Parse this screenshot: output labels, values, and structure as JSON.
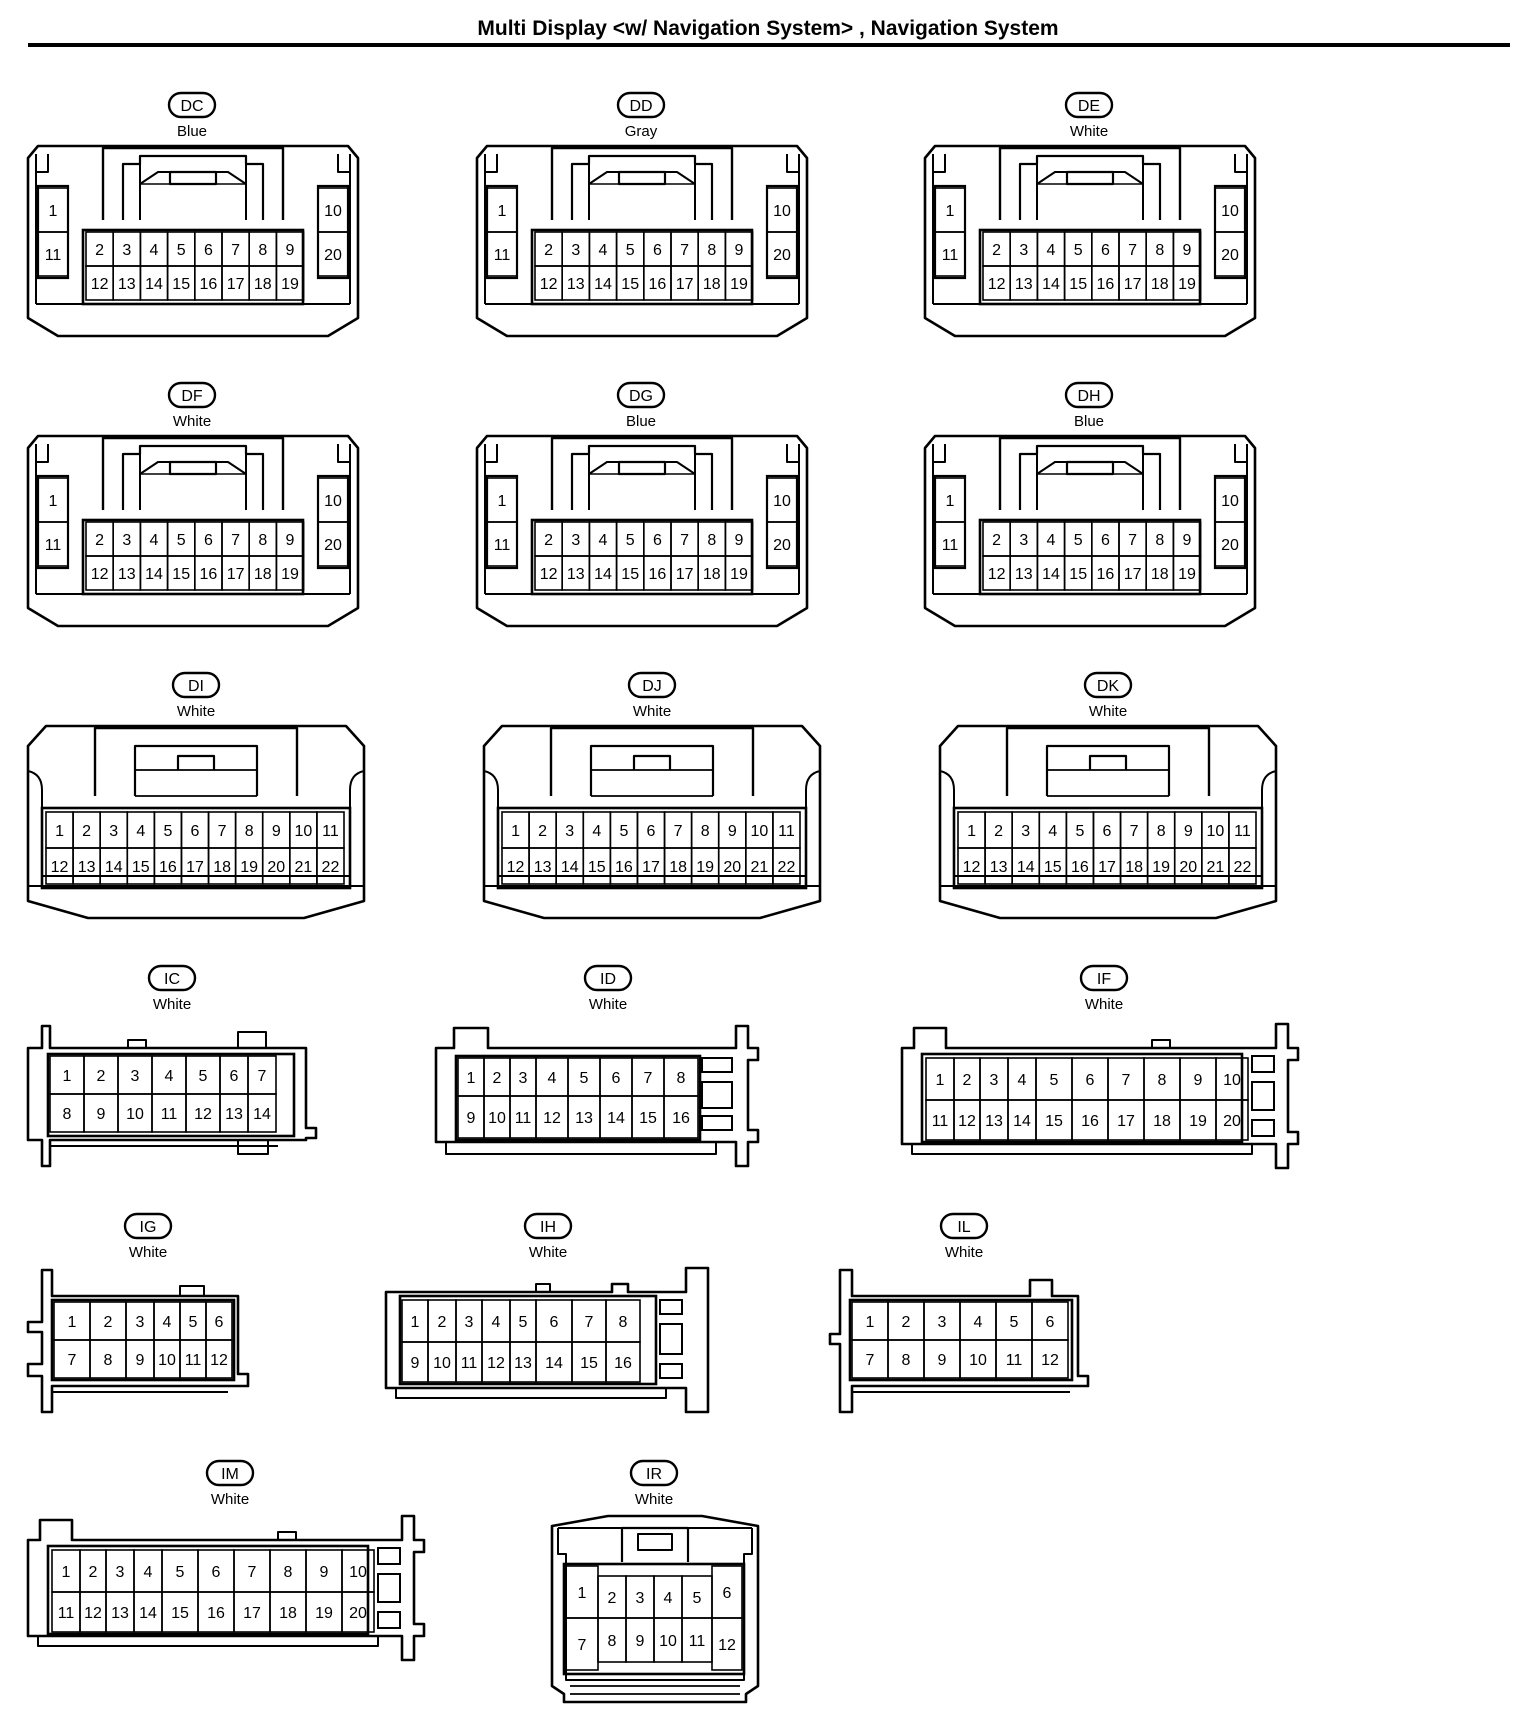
{
  "title": "Multi Display <w/ Navigation System> , Navigation System",
  "connectors": [
    {
      "id": "DC",
      "color": "Blue",
      "style": "A"
    },
    {
      "id": "DD",
      "color": "Gray",
      "style": "A"
    },
    {
      "id": "DE",
      "color": "White",
      "style": "A"
    },
    {
      "id": "DF",
      "color": "White",
      "style": "A"
    },
    {
      "id": "DG",
      "color": "Blue",
      "style": "A"
    },
    {
      "id": "DH",
      "color": "Blue",
      "style": "A"
    },
    {
      "id": "DI",
      "color": "White",
      "style": "B"
    },
    {
      "id": "DJ",
      "color": "White",
      "style": "B"
    },
    {
      "id": "DK",
      "color": "White",
      "style": "B"
    },
    {
      "id": "IC",
      "color": "White",
      "style": "IC"
    },
    {
      "id": "ID",
      "color": "White",
      "style": "ID"
    },
    {
      "id": "IF",
      "color": "White",
      "style": "IF"
    },
    {
      "id": "IG",
      "color": "White",
      "style": "IG"
    },
    {
      "id": "IH",
      "color": "White",
      "style": "IH"
    },
    {
      "id": "IL",
      "color": "White",
      "style": "IL"
    },
    {
      "id": "IM",
      "color": "White",
      "style": "IF"
    },
    {
      "id": "IR",
      "color": "White",
      "style": "IR"
    }
  ],
  "pin_layouts": {
    "A": {
      "top": [
        1,
        2,
        3,
        4,
        5,
        6,
        7,
        8,
        9,
        10
      ],
      "bottom": [
        11,
        12,
        13,
        14,
        15,
        16,
        17,
        18,
        19,
        20
      ]
    },
    "B": {
      "top": [
        1,
        2,
        3,
        4,
        5,
        6,
        7,
        8,
        9,
        10,
        11
      ],
      "bottom": [
        12,
        13,
        14,
        15,
        16,
        17,
        18,
        19,
        20,
        21,
        22
      ]
    },
    "IC": {
      "top": [
        1,
        2,
        3,
        4,
        5,
        6,
        7
      ],
      "bottom": [
        8,
        9,
        10,
        11,
        12,
        13,
        14
      ]
    },
    "ID": {
      "top": [
        1,
        2,
        3,
        4,
        5,
        6,
        7,
        8
      ],
      "bottom": [
        9,
        10,
        11,
        12,
        13,
        14,
        15,
        16
      ]
    },
    "IF": {
      "top": [
        1,
        2,
        3,
        4,
        5,
        6,
        7,
        8,
        9,
        10
      ],
      "bottom": [
        11,
        12,
        13,
        14,
        15,
        16,
        17,
        18,
        19,
        20
      ]
    },
    "IG": {
      "top": [
        1,
        2,
        3,
        4,
        5,
        6
      ],
      "bottom": [
        7,
        8,
        9,
        10,
        11,
        12
      ]
    },
    "IH": {
      "top": [
        1,
        2,
        3,
        4,
        5,
        6,
        7,
        8
      ],
      "bottom": [
        9,
        10,
        11,
        12,
        13,
        14,
        15,
        16
      ]
    },
    "IL": {
      "top": [
        1,
        2,
        3,
        4,
        5,
        6
      ],
      "bottom": [
        7,
        8,
        9,
        10,
        11,
        12
      ]
    },
    "IR": {
      "top": [
        1,
        2,
        3,
        4,
        5,
        6
      ],
      "bottom": [
        7,
        8,
        9,
        10,
        11,
        12
      ]
    }
  }
}
